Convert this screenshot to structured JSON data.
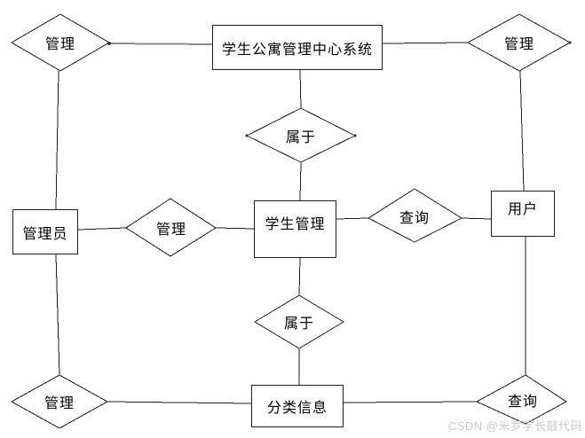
{
  "diagram": {
    "entities": {
      "system": {
        "label": "学生公寓管理中心系统"
      },
      "admin": {
        "label": "管理员"
      },
      "student": {
        "label": "学生管理"
      },
      "user": {
        "label": "用户"
      },
      "category": {
        "label": "分类信息"
      }
    },
    "relations": {
      "manage_top_left": {
        "label": "管理"
      },
      "manage_top_right": {
        "label": "管理"
      },
      "belong_upper": {
        "label": "属于"
      },
      "manage_mid_left": {
        "label": "管理"
      },
      "query_mid_right": {
        "label": "查询"
      },
      "belong_lower": {
        "label": "属于"
      },
      "manage_bottom_left": {
        "label": "管理"
      },
      "query_bottom_right": {
        "label": "查询"
      }
    },
    "watermark": "CSDN @米罗学长敲代码",
    "colors": {
      "stroke": "#1c1c1c",
      "gray_connector": "#8c8c8c",
      "watermark_text": "#c9c9c9",
      "background": "#ffffff"
    }
  }
}
